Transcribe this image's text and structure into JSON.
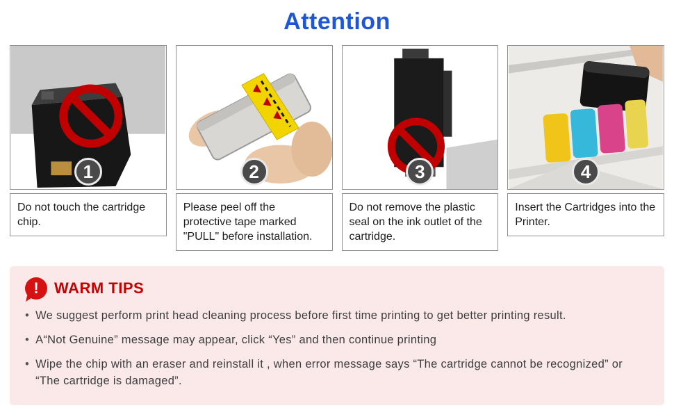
{
  "title": "Attention",
  "steps": [
    {
      "number": "1",
      "caption": "Do not touch the cartridge chip."
    },
    {
      "number": "2",
      "caption": "Please peel off the protective tape marked \"PULL\" before installation."
    },
    {
      "number": "3",
      "caption": "Do not remove the plastic seal on the ink outlet of the cartridge."
    },
    {
      "number": "4",
      "caption": "Insert the Cartridges into the Printer."
    }
  ],
  "warm_tips": {
    "icon_char": "!",
    "bullet_char": "•",
    "heading": "WARM TIPS",
    "bullets": [
      "We suggest perform print head cleaning process before first time printing to get better printing result.",
      "A“Not Genuine” message may appear, click “Yes” and then continue printing",
      "Wipe the chip with an eraser and reinstall it , when error message says “The cartridge cannot be recognized” or “The cartridge is damaged”."
    ]
  },
  "colors": {
    "title_blue": "#1e57d6",
    "warning_red": "#c40000",
    "tips_background": "#fbe9e9",
    "badge_gray": "#4a4a4a"
  }
}
